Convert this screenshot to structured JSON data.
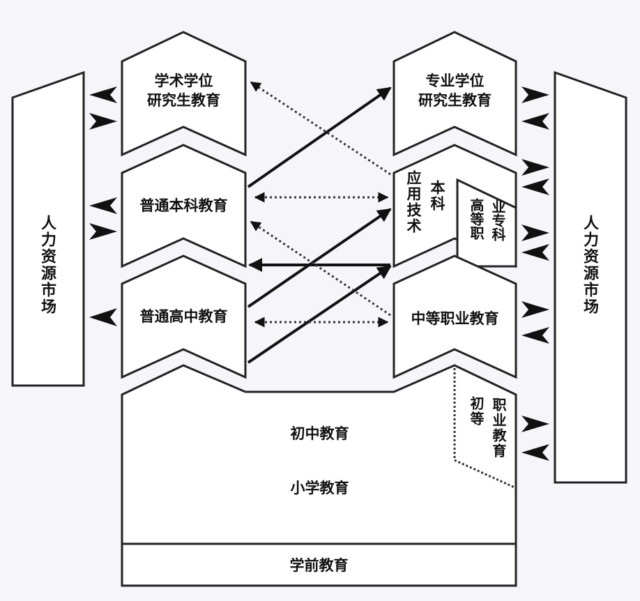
{
  "left_market": "人力资源市场",
  "right_market": "人力资源市场",
  "academic_grad": {
    "line1": "学术学位",
    "line2": "研究生教育"
  },
  "professional_grad": {
    "line1": "专业学位",
    "line2": "研究生教育"
  },
  "regular_undergrad": "普通本科教育",
  "applied_undergrad": {
    "col1": "应用技术",
    "col2": "本科"
  },
  "higher_vocational": {
    "col1": "高等职",
    "col2": "业专科"
  },
  "regular_high_school": "普通高中教育",
  "secondary_vocational": "中等职业教育",
  "junior_vocational": {
    "col1": "初等",
    "col2": "职业教育"
  },
  "junior_high": "初中教育",
  "primary": "小学教育",
  "preschool": "学前教育"
}
